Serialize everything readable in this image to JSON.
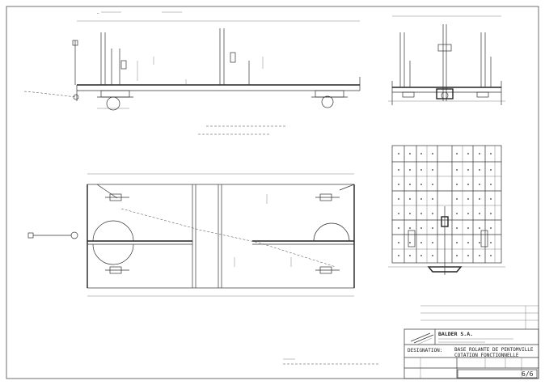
{
  "title_block": {
    "company": "BALDER S.A.",
    "designation_label": "DESIGNATION:",
    "designation_line1": "BASE ROLANTE DE PENTOMVILLE",
    "designation_line2": "COTATION FONCTIONNELLE",
    "sheet_number": "6/6"
  }
}
